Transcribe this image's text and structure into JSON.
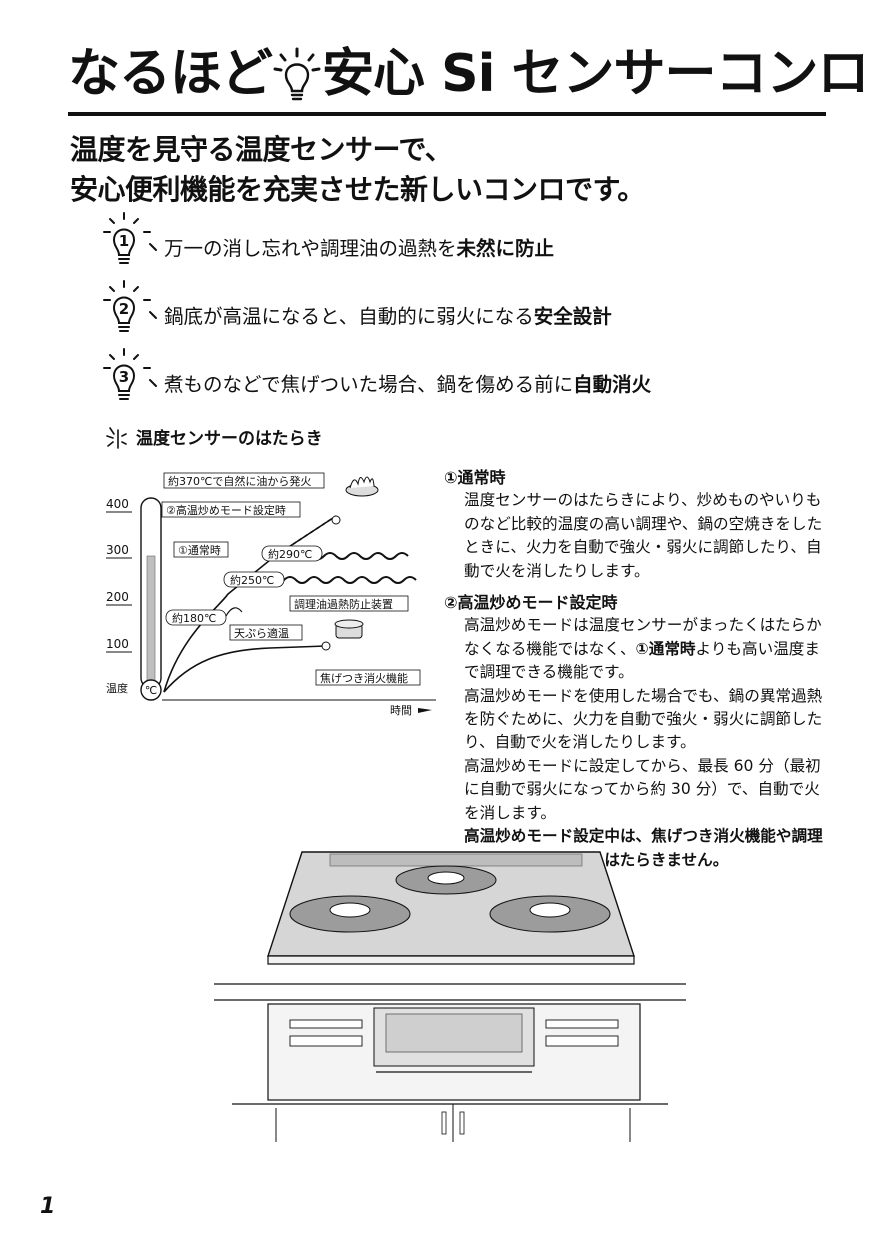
{
  "title": {
    "part1": "なるほど",
    "part2": "安心 Si センサーコンロ"
  },
  "lead": {
    "line1": "温度を見守る温度センサーで、",
    "line2": "安心便利機能を充実させた新しいコンロです。"
  },
  "features": [
    {
      "num": "1",
      "text": "万一の消し忘れや調理油の過熱を",
      "bold": "未然に防止"
    },
    {
      "num": "2",
      "text": "鍋底が高温になると、自動的に弱火になる",
      "bold": "安全設計"
    },
    {
      "num": "3",
      "text": "煮ものなどで焦げついた場合、鍋を傷める前に",
      "bold": "自動消火"
    }
  ],
  "section_heading": "温度センサーのはたらき",
  "graph": {
    "y_ticks": [
      "400",
      "300",
      "200",
      "100"
    ],
    "y_label": "温度",
    "unit": "℃",
    "x_label": "時間",
    "labels": {
      "ignite": "約370℃で自然に油から発火",
      "high_mode": "②高温炒めモード設定時",
      "normal": "①通常時",
      "t290": "約290℃",
      "t250": "約250℃",
      "t180": "約180℃",
      "oil_overheat": "調理油過熱防止装置",
      "tempura": "天ぷら適温",
      "scorch": "焦げつき消火機能"
    }
  },
  "description": {
    "normal_heading": "①通常時",
    "normal_body": "温度センサーのはたらきにより、炒めものやいりものなど比較的温度の高い調理や、鍋の空焼きをしたときに、火力を自動で強火・弱火に調節したり、自動で火を消したりします。",
    "high_heading": "②高温炒めモード設定時",
    "high_body1_a": "高温炒めモードは温度センサーがまったくはたらかなくなる機能ではなく、",
    "high_body1_bold": "①通常時",
    "high_body1_b": "よりも高い温度まで調理できる機能です。",
    "high_body2": "高温炒めモードを使用した場合でも、鍋の異常過熱を防ぐために、火力を自動で強火・弱火に調節したり、自動で火を消したりします。",
    "high_body3": "高温炒めモードに設定してから、最長 60 分（最初に自動で弱火になってから約 30 分）で、自動で火を消します。",
    "warning": "高温炒めモード設定中は、焦げつき消火機能や調理油過熱防止装置は、はたらきません。"
  },
  "page_number": "1"
}
